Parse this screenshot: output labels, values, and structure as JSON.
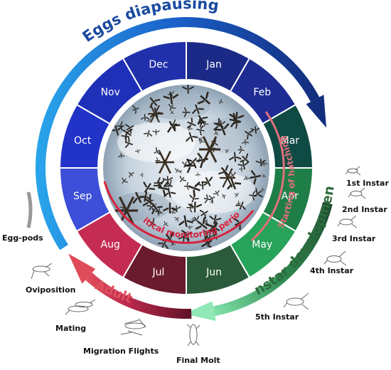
{
  "phases": {
    "eggs": {
      "label": "Eggs diapausing",
      "color": "#1a4aa0"
    },
    "instar": {
      "label": "Instar development",
      "color": "#2d6b3c"
    },
    "adult": {
      "label": "Adult",
      "color": "#e0505e"
    }
  },
  "months": [
    {
      "label": "Jan",
      "color": "#1b2a86"
    },
    {
      "label": "Feb",
      "color": "#1f2c94"
    },
    {
      "label": "Mar",
      "color": "#0f4a45"
    },
    {
      "label": "Apr",
      "color": "#1f7e47"
    },
    {
      "label": "May",
      "color": "#27a35a"
    },
    {
      "label": "Jun",
      "color": "#2b5b3a"
    },
    {
      "label": "Jul",
      "color": "#6b1b2e"
    },
    {
      "label": "Aug",
      "color": "#c42c53"
    },
    {
      "label": "Sep",
      "color": "#3d4ed8"
    },
    {
      "label": "Oct",
      "color": "#2233c8"
    },
    {
      "label": "Nov",
      "color": "#1f30b8"
    },
    {
      "label": "Dec",
      "color": "#2030aa"
    }
  ],
  "inner_arcs": {
    "critical": {
      "label": "Critical monitoring period",
      "color": "#d8203c"
    },
    "hatching": {
      "label": "Starting of hatching",
      "color": "#e0707a"
    }
  },
  "stages": {
    "instar_1": "1st Instar",
    "instar_2": "2nd Instar",
    "instar_3": "3rd Instar",
    "instar_4": "4th Instar",
    "instar_5": "5th Instar",
    "final_molt": "Final Molt",
    "migration": "Migration Flights",
    "mating": "Mating",
    "oviposition": "Oviposition",
    "egg_pods": "Egg-pods"
  }
}
